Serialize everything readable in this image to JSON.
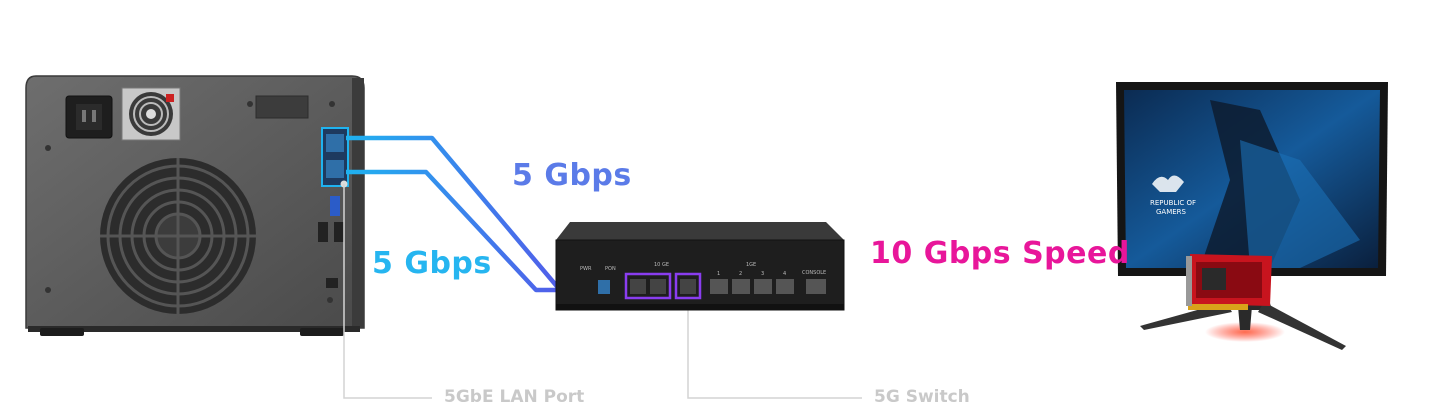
{
  "labels": {
    "speed_top": "5 Gbps",
    "speed_left": "5 Gbps",
    "speed_right": "10 Gbps Speed",
    "callout_nas": "5GbE LAN Port",
    "callout_switch": "5G Switch"
  },
  "switch_panel": {
    "pwr": "PWR",
    "pon": "PON",
    "tenge": "10 GE",
    "onege": "1GE",
    "console": "CONSOLE",
    "ports": [
      "1",
      "2",
      "3",
      "4"
    ]
  },
  "monitor": {
    "brand_line1": "REPUBLIC OF",
    "brand_line2": "GAMERS"
  },
  "colors": {
    "cable_blue": "#1fb3f0",
    "cable_indigo": "#5a6ae8",
    "cable_purple": "#8a3df0",
    "cable_magenta": "#e81aa0",
    "cable_red": "#ee1c24",
    "callout_gray": "#cfcfcf"
  }
}
